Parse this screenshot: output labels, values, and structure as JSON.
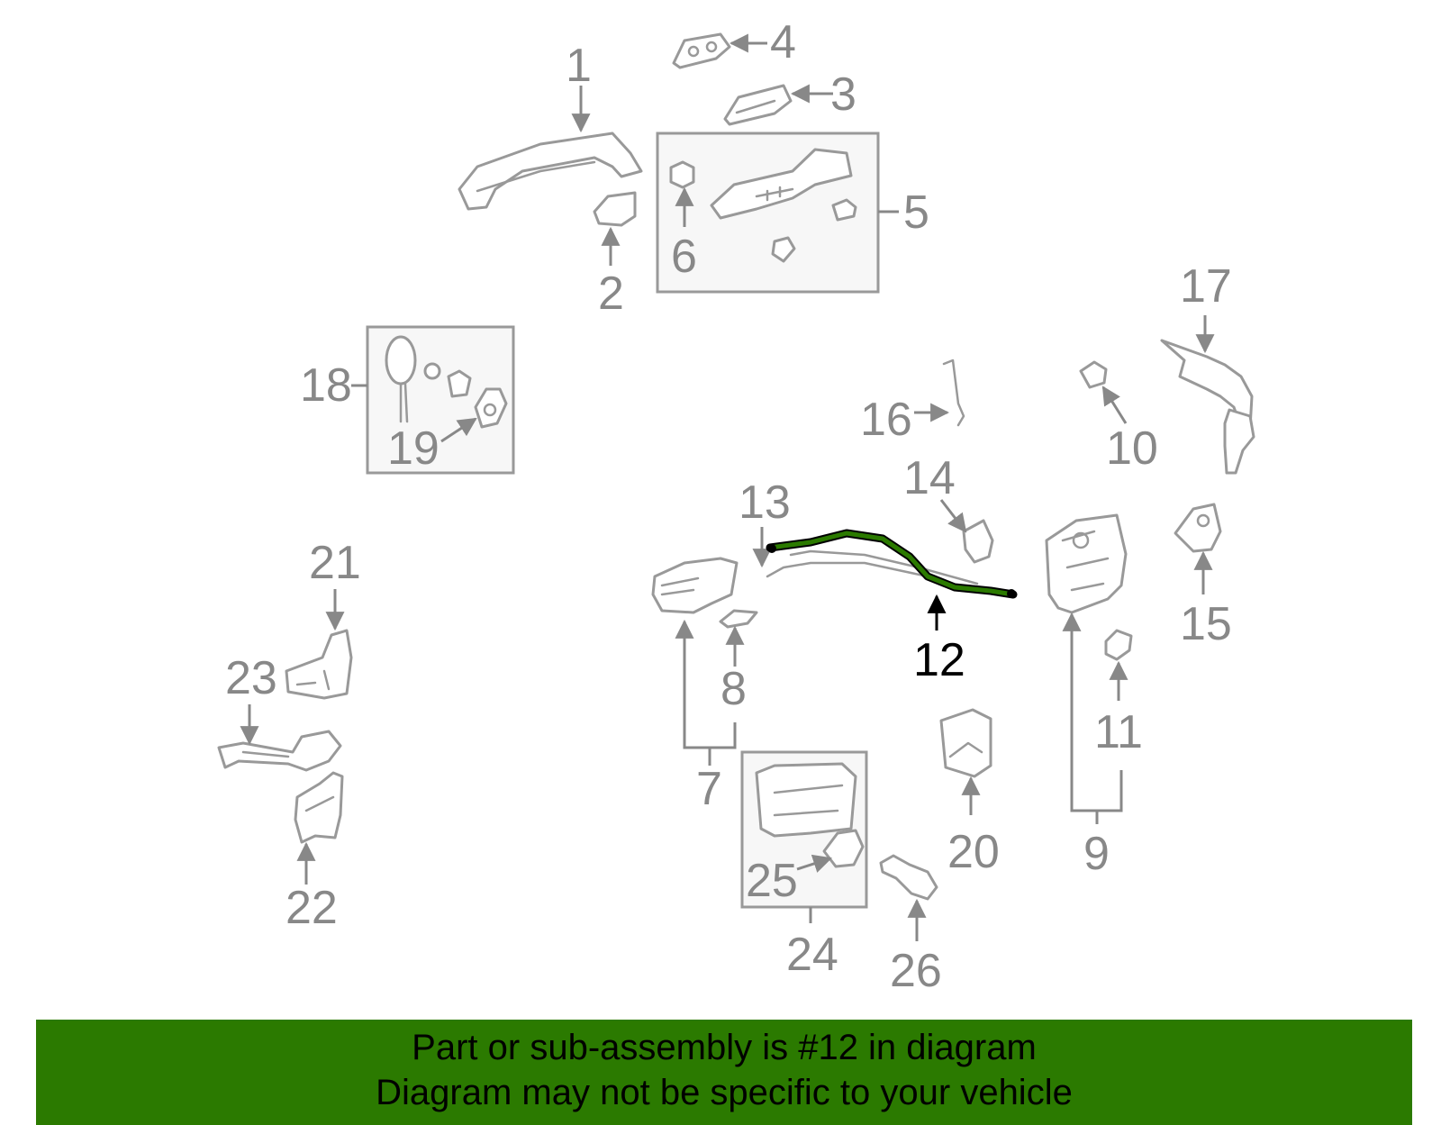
{
  "diagram": {
    "labels": {
      "1": "1",
      "2": "2",
      "3": "3",
      "4": "4",
      "5": "5",
      "6": "6",
      "7": "7",
      "8": "8",
      "9": "9",
      "10": "10",
      "11": "11",
      "12": "12",
      "13": "13",
      "14": "14",
      "15": "15",
      "16": "16",
      "17": "17",
      "18": "18",
      "19": "19",
      "20": "20",
      "21": "21",
      "22": "22",
      "23": "23",
      "24": "24",
      "25": "25",
      "26": "26"
    },
    "highlighted_part": "12",
    "colors": {
      "highlight_part": "#2b7a00",
      "highlight_label": "#000000",
      "label": "#888888",
      "part_outline": "#999999",
      "banner_bg": "#2b7a00"
    }
  },
  "banner": {
    "line1": "Part or sub-assembly is #12 in diagram",
    "line2": "Diagram may not be specific to your vehicle"
  }
}
